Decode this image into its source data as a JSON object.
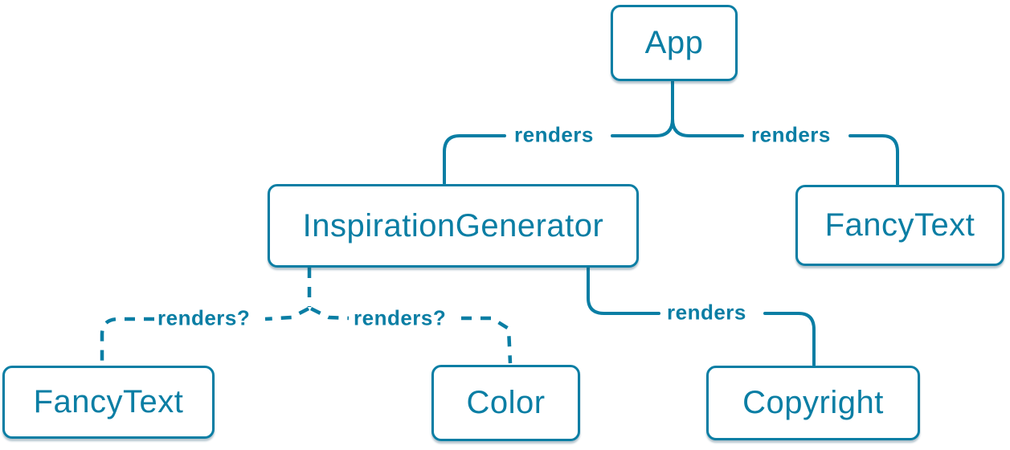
{
  "colors": {
    "accent": "#0a7ea4",
    "node_fill": "#ffffff",
    "background": "#ffffff"
  },
  "nodes": {
    "app": {
      "label": "App"
    },
    "inspiration_generator": {
      "label": "InspirationGenerator"
    },
    "fancy_text_right": {
      "label": "FancyText"
    },
    "fancy_text_bottom": {
      "label": "FancyText"
    },
    "color": {
      "label": "Color"
    },
    "copyright": {
      "label": "Copyright"
    }
  },
  "edges": {
    "app_inspiration_generator": {
      "from": "App",
      "to": "InspirationGenerator",
      "label": "renders",
      "style": "solid"
    },
    "app_fancy_text": {
      "from": "App",
      "to": "FancyText",
      "label": "renders",
      "style": "solid"
    },
    "inspiration_generator_fancy_text": {
      "from": "InspirationGenerator",
      "to": "FancyText",
      "label": "renders?",
      "style": "dashed"
    },
    "inspiration_generator_color": {
      "from": "InspirationGenerator",
      "to": "Color",
      "label": "renders?",
      "style": "dashed"
    },
    "inspiration_generator_copyright": {
      "from": "InspirationGenerator",
      "to": "Copyright",
      "label": "renders",
      "style": "solid"
    }
  }
}
